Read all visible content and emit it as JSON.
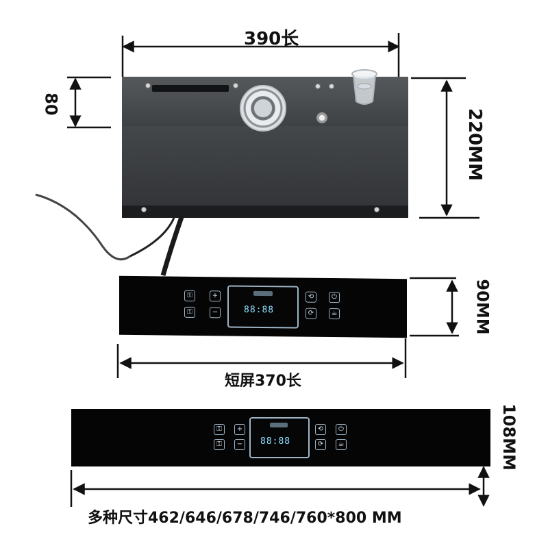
{
  "dimensions": {
    "top_length": "390长",
    "step_height": "80",
    "unit_height": "220MM",
    "panel_height": "90MM",
    "short_panel_length": "短屏370长",
    "long_panel_height": "108MM",
    "sizes_caption": "多种尺寸462/646/678/746/760*800  MM"
  },
  "display": {
    "digits": "88:88"
  },
  "panel_buttons": {
    "left_top": "⚿",
    "left_bottom": "⚿",
    "plus": "+",
    "minus": "−",
    "right_a": "⟲",
    "right_b": "⟳",
    "power": "⏻",
    "cup": "☕"
  },
  "colors": {
    "panel": "#050505",
    "unit_top": "#56595c",
    "unit_front": "#3e4144",
    "icon_outline": "#9fb6c8",
    "digits": "#8fe0ff"
  }
}
